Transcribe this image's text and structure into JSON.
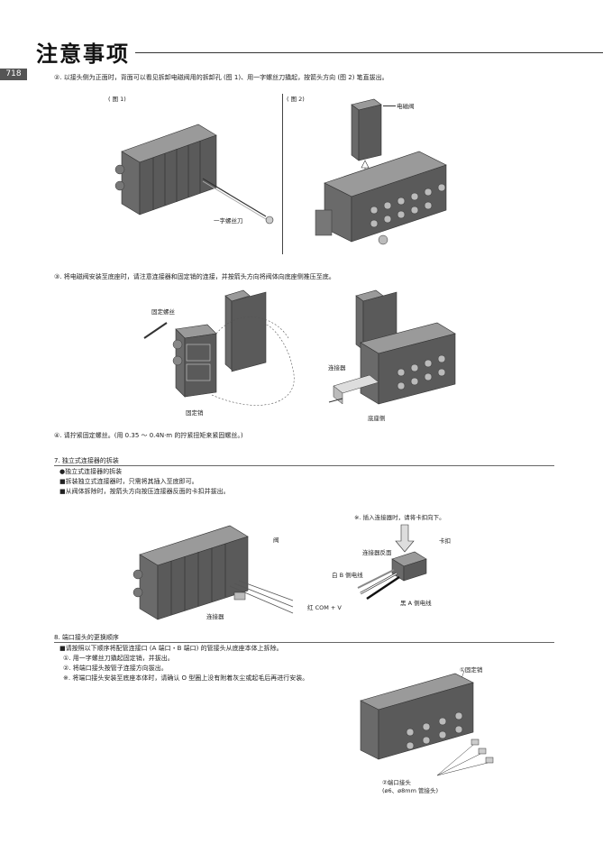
{
  "header": {
    "title": "注意事项",
    "page_number": "718"
  },
  "step2": {
    "text": "②. 以接头侧为正面时，背面可以看见拆卸电磁阀用的拆卸孔 (图 1)、用一字螺丝刀撬起，按箭头方向 (图 2) 笔直拔出。",
    "fig1_label": "( 图 1)",
    "fig2_label": "( 图 2)",
    "screwdriver_label": "一字螺丝刀",
    "valve_label": "电磁阀"
  },
  "step3": {
    "text": "③. 将电磁阀安装至底座时，请注意连接器和固定销的连接，并按箭头方向将阀体向底座侧推压至底。",
    "fixing_screw_label": "固定螺丝",
    "fixing_pin_label": "固定销",
    "connector_label": "连接器",
    "base_side_label": "底座侧"
  },
  "step4": {
    "text": "④. 请拧紧固定螺丝。(用 0.35 ～ 0.4N·m 的拧紧扭矩来紧固螺丝。)"
  },
  "section7": {
    "heading": "7. 独立式连接器的拆装",
    "items": [
      "●独立式连接器的拆装",
      "■拆装独立式连接器时，只需将其插入至底即可。",
      "■从阀体拆除时，按箭头方向按压连接器反面的卡扣并拔出。"
    ],
    "note": "※. 插入连接器时，请将卡扣向下。",
    "valve_label": "阀",
    "connector_label": "连接器",
    "clip_label": "卡扣",
    "connector_back_label": "连接器反面",
    "white_wire_label": "白 B 侧电线",
    "black_wire_label": "黑 A 侧电线",
    "red_wire_label": "红 COM + V"
  },
  "section8": {
    "heading": "8. 端口接头的更换顺序",
    "items": [
      "■请按照以下顺序将配管连接口 (A 端口・B 端口) 的管接头从底座本体上拆除。",
      "①. 用一字螺丝刀撬起固定销，并拔出。",
      "②. 将端口接头按管子连接方向拔出。",
      "※. 将端口接头安装至底座本体时，请确认 O 型圈上没有附着灰尘或起毛后再进行安装。"
    ],
    "fixing_pin_label": "①固定销",
    "port_fitting_label": "②端口接头",
    "port_fitting_sub": "(ø6、ø8mm 管接头)"
  },
  "colors": {
    "body_dark": "#5a5a5a",
    "body_mid": "#8a8a8a",
    "body_light": "#bcbcbc",
    "line": "#333333"
  }
}
